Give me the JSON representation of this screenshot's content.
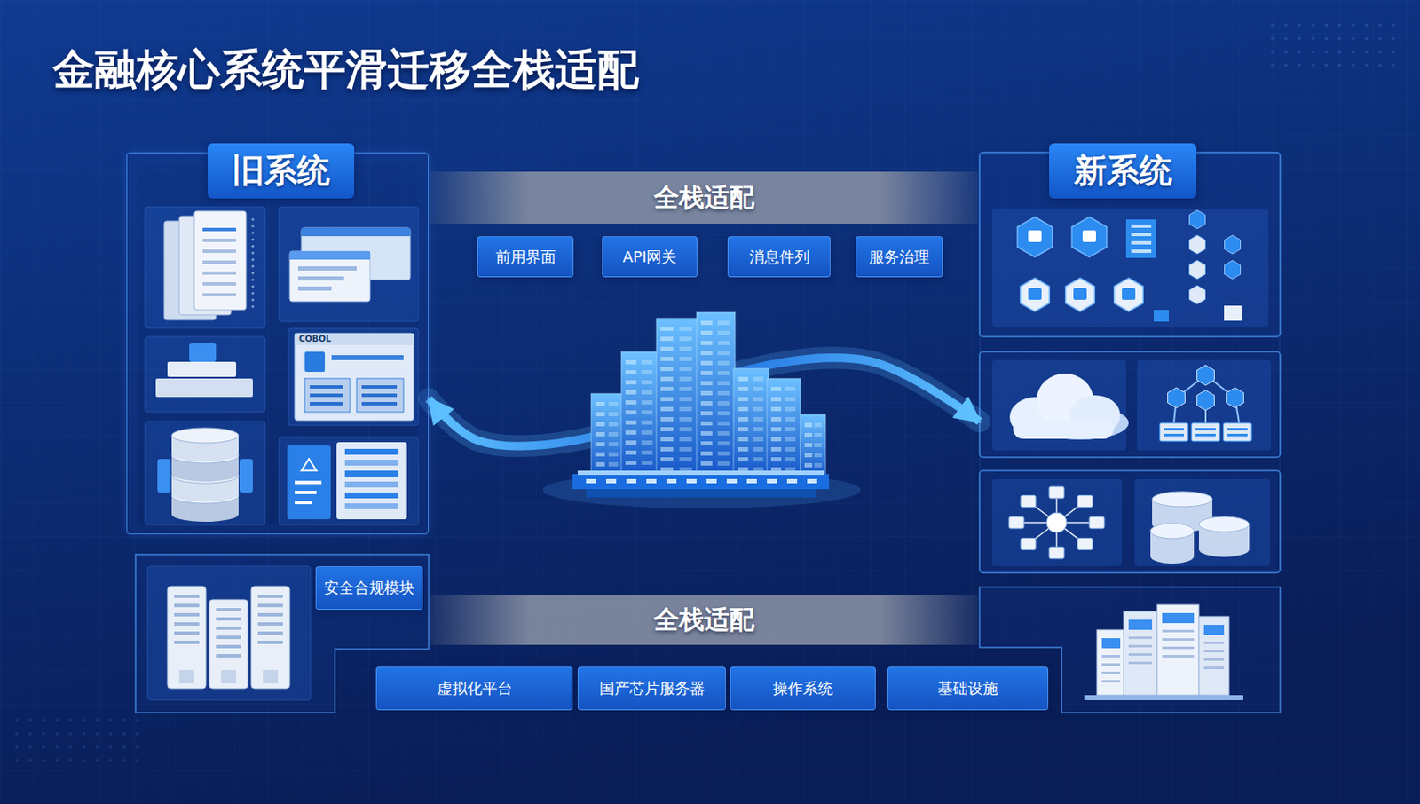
{
  "diagram": {
    "title": "金融核心系统平滑迁移全栈适配",
    "nodes": [
      {
        "text": [
          "旧系统"
        ]
      },
      {
        "text": [
          "全栈适配"
        ]
      },
      {
        "text": [
          "前用界面"
        ]
      },
      {
        "text": [
          "API网关"
        ]
      },
      {
        "text": [
          "消息件列"
        ]
      },
      {
        "text": [
          "服务治理"
        ]
      },
      {
        "text": [
          "新系统"
        ]
      },
      {
        "text": [
          "安全合规模块"
        ]
      },
      {
        "text": [
          "全栈适配"
        ]
      },
      {
        "text": [
          "虚拟化平台"
        ]
      },
      {
        "text": [
          "国产芯片服务器"
        ]
      },
      {
        "text": [
          "操作系统"
        ]
      },
      {
        "text": [
          "基础设施"
        ]
      }
    ],
    "edges": [
      {
        "from": 0,
        "to": 6,
        "arrow": "both"
      }
    ],
    "labels": [
      "COBOL"
    ]
  }
}
